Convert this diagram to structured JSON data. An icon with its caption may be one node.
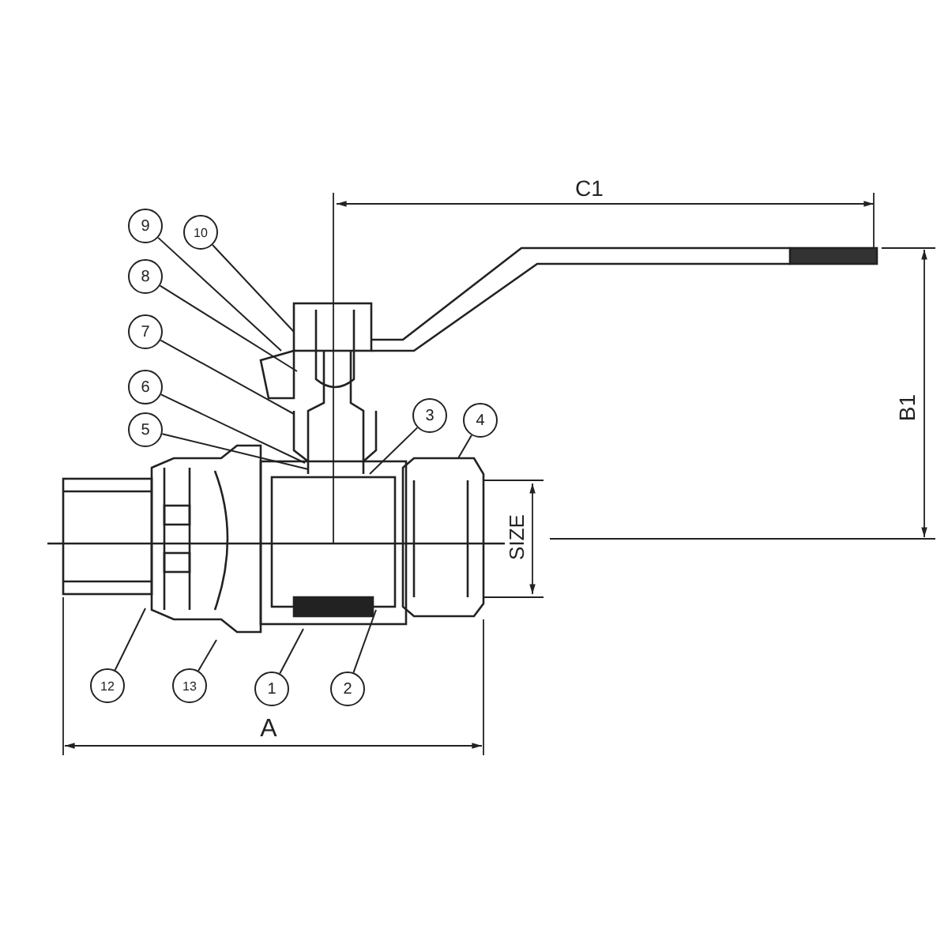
{
  "diagram": {
    "nodes": [
      {
        "text": [
          "9"
        ]
      },
      {
        "text": [
          "10"
        ]
      },
      {
        "text": [
          "8"
        ]
      },
      {
        "text": [
          "7"
        ]
      },
      {
        "text": [
          "6"
        ]
      },
      {
        "text": [
          "5"
        ]
      },
      {
        "text": [
          "3"
        ]
      },
      {
        "text": [
          "4"
        ]
      },
      {
        "text": [
          "12"
        ]
      },
      {
        "text": [
          "13"
        ]
      },
      {
        "text": [
          "1"
        ]
      },
      {
        "text": [
          "2"
        ]
      }
    ],
    "edges": [
      {
        "from": 0,
        "to": null,
        "arrow": "none"
      },
      {
        "from": 1,
        "to": null,
        "arrow": "none"
      },
      {
        "from": 2,
        "to": null,
        "arrow": "none"
      },
      {
        "from": 3,
        "to": null,
        "arrow": "none"
      },
      {
        "from": 4,
        "to": null,
        "arrow": "none"
      },
      {
        "from": 5,
        "to": null,
        "arrow": "none"
      },
      {
        "from": 6,
        "to": null,
        "arrow": "none"
      },
      {
        "from": 7,
        "to": null,
        "arrow": "none"
      },
      {
        "from": 8,
        "to": null,
        "arrow": "none"
      },
      {
        "from": 9,
        "to": null,
        "arrow": "none"
      },
      {
        "from": 10,
        "to": null,
        "arrow": "none"
      },
      {
        "from": 11,
        "to": null,
        "arrow": "none"
      }
    ],
    "labels": [
      "C1",
      "B1",
      "SIZE",
      "A"
    ]
  }
}
